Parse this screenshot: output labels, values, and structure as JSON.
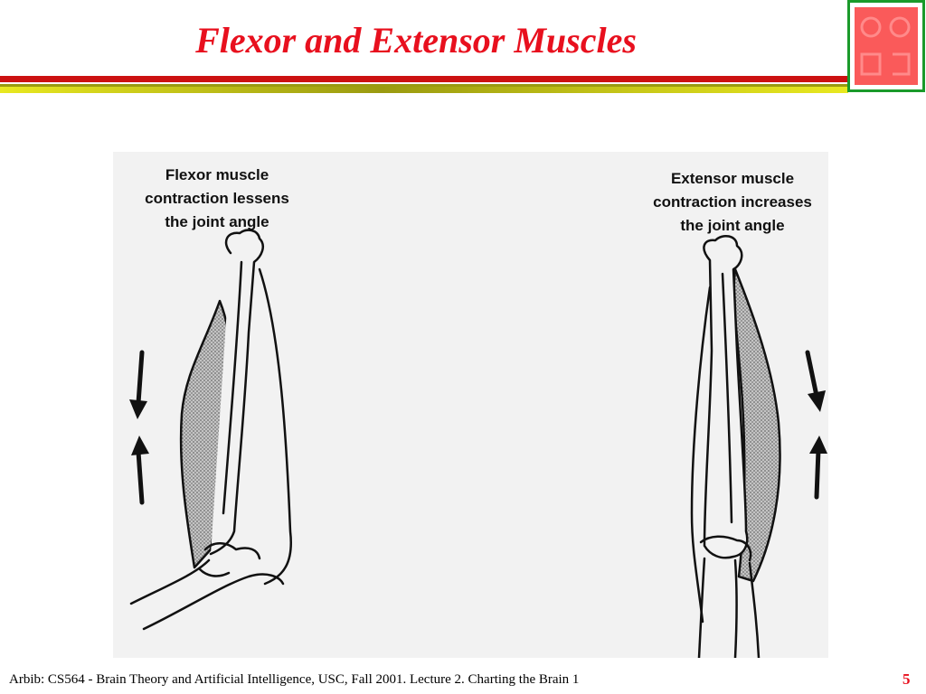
{
  "slide": {
    "title": "Flexor and Extensor Muscles",
    "page_number": "5",
    "footer": "Arbib: CS564 - Brain Theory and Artificial Intelligence,  USC, Fall 2001. Lecture 2. Charting the Brain 1"
  },
  "figure": {
    "left_caption": [
      "Flexor muscle",
      "contraction lessens",
      "the joint angle"
    ],
    "right_caption": [
      "Extensor  muscle",
      "contraction increases",
      "the joint angle"
    ]
  },
  "colors": {
    "title": "#e8101e",
    "rule_red": "#cc1111",
    "rule_olive": "#9a9a10",
    "rule_yellow": "#e8e820",
    "logo_border": "#1a9a2a",
    "logo_fill": "#fa5a5a",
    "muscle_fill": "#b4b4b4"
  }
}
